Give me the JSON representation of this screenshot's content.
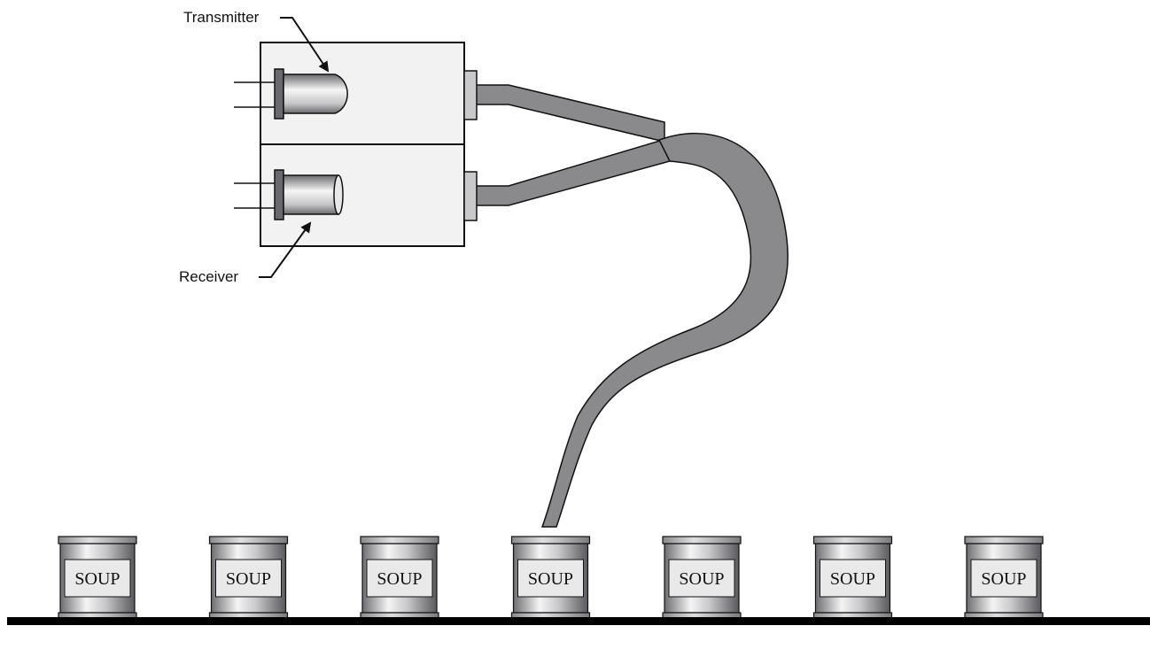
{
  "labels": {
    "transmitter": "Transmitter",
    "receiver": "Receiver"
  },
  "cans": {
    "label": "SOUP",
    "count": 7
  },
  "colors": {
    "fiber": "#8a8a8d",
    "housing": "#f2f2f2",
    "outline": "#111111",
    "can_label_bg": "#e9e9e9",
    "conveyor": "#000000"
  }
}
